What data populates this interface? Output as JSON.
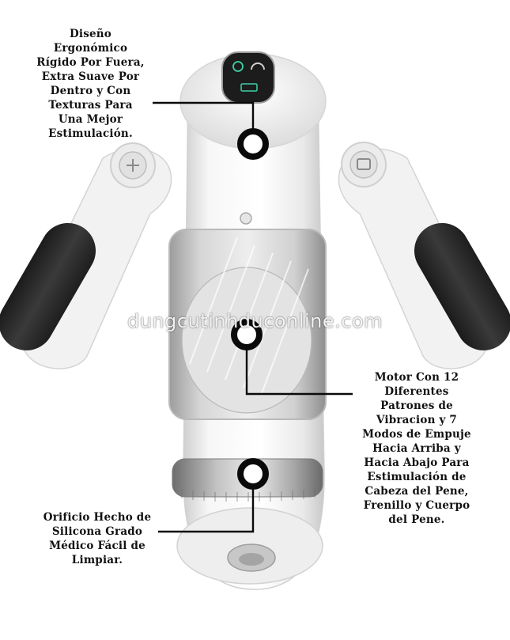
{
  "callouts": {
    "design": [
      "Diseño",
      "Ergonómico",
      "Rígido Por Fuera,",
      "Extra Suave Por",
      "Dentro y Con",
      "Texturas Para",
      "Una Mejor",
      "Estimulación."
    ],
    "motor": [
      "Motor Con 12",
      "Diferentes",
      "Patrones de",
      "Vibracion y 7",
      "Modos de Empuje",
      "Hacia Arriba y",
      "Hacia Abajo Para",
      "Estimulación de",
      "Cabeza del Pene,",
      "Frenillo y Cuerpo",
      "del Pene."
    ],
    "orifice": [
      "Orificio Hecho de",
      "Silicona Grado",
      "Médico Fácil de",
      "Limpiar."
    ]
  },
  "watermark": "dungcutinhduconline.com",
  "colors": {
    "body": "#f4f4f4",
    "grip": "#2b2b2b",
    "marker": "#0a0a0a",
    "display": "#1c1c1c",
    "display_accent": "#3fd0a6",
    "metal_ring": "#9a9a9a"
  },
  "icons": [
    "power-icon",
    "speed-gauge-icon",
    "battery-icon",
    "mode-button-icon",
    "thrust-button-icon"
  ]
}
